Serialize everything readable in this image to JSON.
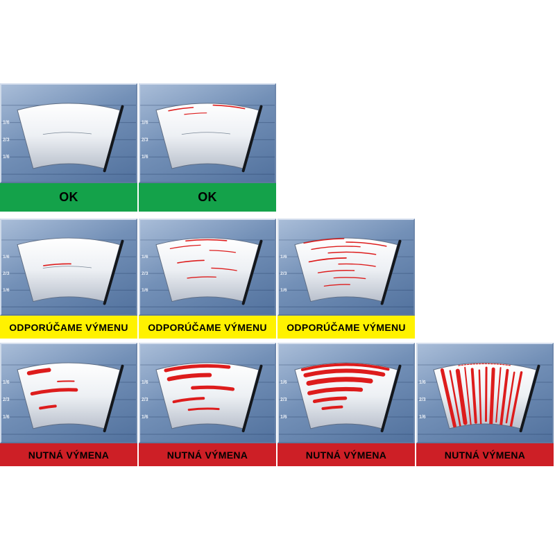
{
  "colors": {
    "page_bg": "#ffffff",
    "panel_top": "#a9bdd8",
    "panel_mid": "#7390b7",
    "panel_bottom": "#52729e",
    "streak_red": "#dd1c1c",
    "faint_mark": "#7a8796",
    "status_ok_bg": "#14a24a",
    "status_recommend_bg": "#fff200",
    "status_required_bg": "#cd1f26",
    "label_text": "#000000",
    "blade": "#14171c"
  },
  "zone_labels": [
    "1/6",
    "2/3",
    "1/6"
  ],
  "rows": [
    {
      "status": "ok",
      "label": "OK",
      "cells": [
        {
          "name": "wiper-clean",
          "streaks": [
            {
              "t": "arc",
              "r": 0.52,
              "a1": -0.62,
              "a2": 0.55,
              "w": 0.8,
              "c": "#7a8796"
            }
          ]
        },
        {
          "name": "wiper-minor-streaks",
          "streaks": [
            {
              "t": "arc",
              "r": 0.52,
              "a1": -0.62,
              "a2": 0.55,
              "w": 0.8,
              "c": "#7a8796"
            },
            {
              "t": "arc",
              "r": 0.94,
              "a1": -0.82,
              "a2": -0.3,
              "w": 1.6
            },
            {
              "t": "arc",
              "r": 0.97,
              "a1": 0.12,
              "a2": 0.78,
              "w": 1.6
            },
            {
              "t": "arc",
              "r": 0.84,
              "a1": -0.5,
              "a2": -0.02,
              "w": 1.2
            }
          ]
        }
      ]
    },
    {
      "status": "recommend",
      "label": "ODPORÚČAME VÝMENU",
      "cells": [
        {
          "name": "wiper-single-streak",
          "streaks": [
            {
              "t": "arc",
              "r": 0.52,
              "a1": -0.62,
              "a2": 0.55,
              "w": 0.8,
              "c": "#7a8796"
            },
            {
              "t": "arc",
              "r": 0.56,
              "a1": -0.6,
              "a2": 0.05,
              "w": 1.7
            }
          ]
        },
        {
          "name": "wiper-several-streaks",
          "streaks": [
            {
              "t": "arc",
              "r": 0.97,
              "a1": -0.45,
              "a2": 0.4,
              "w": 1.7
            },
            {
              "t": "arc",
              "r": 0.88,
              "a1": -0.8,
              "a2": -0.15,
              "w": 1.4
            },
            {
              "t": "arc",
              "r": 0.79,
              "a1": 0.05,
              "a2": 0.62,
              "w": 1.4
            },
            {
              "t": "arc",
              "r": 0.62,
              "a1": -0.7,
              "a2": -0.08,
              "w": 1.7
            },
            {
              "t": "arc",
              "r": 0.49,
              "a1": 0.1,
              "a2": 0.72,
              "w": 1.4
            },
            {
              "t": "arc",
              "r": 0.34,
              "a1": -0.52,
              "a2": 0.22,
              "w": 1.4
            }
          ]
        },
        {
          "name": "wiper-many-streaks",
          "streaks": [
            {
              "t": "arc",
              "r": 0.99,
              "a1": -0.88,
              "a2": -0.05,
              "w": 1.7
            },
            {
              "t": "arc",
              "r": 0.93,
              "a1": 0.0,
              "a2": 0.85,
              "w": 1.6
            },
            {
              "t": "arc",
              "r": 0.86,
              "a1": -0.75,
              "a2": 0.3,
              "w": 1.5
            },
            {
              "t": "arc",
              "r": 0.76,
              "a1": -0.4,
              "a2": 0.66,
              "w": 1.5
            },
            {
              "t": "arc",
              "r": 0.66,
              "a1": -0.86,
              "a2": 0.0,
              "w": 1.7
            },
            {
              "t": "arc",
              "r": 0.56,
              "a1": -0.18,
              "a2": 0.7,
              "w": 1.5
            },
            {
              "t": "arc",
              "r": 0.45,
              "a1": -0.7,
              "a2": 0.2,
              "w": 1.5
            },
            {
              "t": "arc",
              "r": 0.33,
              "a1": -0.32,
              "a2": 0.5,
              "w": 1.4
            },
            {
              "t": "arc",
              "r": 0.21,
              "a1": -0.6,
              "a2": 0.1,
              "w": 1.4
            }
          ]
        }
      ]
    },
    {
      "status": "required",
      "label": "NUTNÁ VÝMENA",
      "cells": [
        {
          "name": "wiper-smears-light",
          "streaks": [
            {
              "t": "arc",
              "r": 0.9,
              "a1": -0.85,
              "a2": -0.42,
              "w": 6
            },
            {
              "t": "arc",
              "r": 0.7,
              "a1": -0.25,
              "a2": 0.12,
              "w": 2
            },
            {
              "t": "arc",
              "r": 0.56,
              "a1": -0.88,
              "a2": 0.18,
              "w": 5
            },
            {
              "t": "arc",
              "r": 0.3,
              "a1": -0.75,
              "a2": -0.35,
              "w": 4
            }
          ]
        },
        {
          "name": "wiper-smears-medium",
          "streaks": [
            {
              "t": "arc",
              "r": 0.95,
              "a1": -0.88,
              "a2": 0.45,
              "w": 5
            },
            {
              "t": "arc",
              "r": 0.8,
              "a1": -0.85,
              "a2": 0.05,
              "w": 6
            },
            {
              "t": "arc",
              "r": 0.6,
              "a1": -0.35,
              "a2": 0.6,
              "w": 5
            },
            {
              "t": "arc",
              "r": 0.42,
              "a1": -0.85,
              "a2": -0.1,
              "w": 4
            },
            {
              "t": "arc",
              "r": 0.25,
              "a1": -0.5,
              "a2": 0.3,
              "w": 3
            }
          ]
        },
        {
          "name": "wiper-smears-heavy",
          "streaks": [
            {
              "t": "arc",
              "r": 0.97,
              "a1": -0.92,
              "a2": 0.88,
              "w": 4
            },
            {
              "t": "arc",
              "r": 0.87,
              "a1": -0.88,
              "a2": 0.8,
              "w": 6
            },
            {
              "t": "arc",
              "r": 0.73,
              "a1": -0.85,
              "a2": 0.55,
              "w": 7
            },
            {
              "t": "arc",
              "r": 0.57,
              "a1": -0.88,
              "a2": 0.35,
              "w": 6
            },
            {
              "t": "arc",
              "r": 0.42,
              "a1": -0.8,
              "a2": -0.02,
              "w": 5
            },
            {
              "t": "arc",
              "r": 0.28,
              "a1": -0.62,
              "a2": -0.12,
              "w": 4
            }
          ]
        },
        {
          "name": "wiper-torn-blade",
          "streaks": [
            {
              "t": "arc",
              "r": 0.985,
              "a1": -0.55,
              "a2": 0.55,
              "w": 1.2,
              "dash": true
            },
            {
              "t": "rad",
              "a": -0.9,
              "r1": 0.02,
              "r2": 0.96,
              "w": 5
            },
            {
              "t": "rad",
              "a": -0.74,
              "r1": 0.0,
              "r2": 0.92,
              "w": 2.5
            },
            {
              "t": "rad",
              "a": -0.58,
              "r1": 0.04,
              "r2": 0.9,
              "w": 6
            },
            {
              "t": "rad",
              "a": -0.42,
              "r1": 0.0,
              "r2": 0.94,
              "w": 2
            },
            {
              "t": "rad",
              "a": -0.27,
              "r1": 0.03,
              "r2": 0.9,
              "w": 4
            },
            {
              "t": "rad",
              "a": -0.12,
              "r1": 0.0,
              "r2": 0.88,
              "w": 2.5
            },
            {
              "t": "rad",
              "a": 0.03,
              "r1": 0.05,
              "r2": 0.92,
              "w": 3
            },
            {
              "t": "rad",
              "a": 0.18,
              "r1": 0.0,
              "r2": 0.9,
              "w": 5
            },
            {
              "t": "rad",
              "a": 0.33,
              "r1": 0.04,
              "r2": 0.93,
              "w": 2
            },
            {
              "t": "rad",
              "a": 0.48,
              "r1": 0.0,
              "r2": 0.9,
              "w": 4
            },
            {
              "t": "rad",
              "a": 0.63,
              "r1": 0.05,
              "r2": 0.88,
              "w": 2.5
            },
            {
              "t": "rad",
              "a": 0.78,
              "r1": 0.0,
              "r2": 0.9,
              "w": 3.5
            }
          ]
        }
      ]
    }
  ]
}
